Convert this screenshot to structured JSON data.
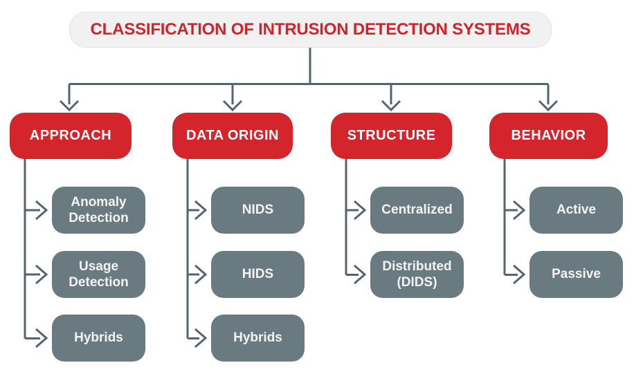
{
  "title": "CLASSIFICATION OF INTRUSION DETECTION SYSTEMS",
  "colors": {
    "title_text": "#D2232A",
    "title_bg": "#F1F1F2",
    "branch_bg": "#D4252C",
    "leaf_bg": "#6A7A81",
    "connector": "#54646E",
    "node_text": "#FFFFFF"
  },
  "branches": [
    {
      "label": "APPROACH",
      "children": [
        "Anomaly Detection",
        "Usage Detection",
        "Hybrids"
      ]
    },
    {
      "label": "DATA ORIGIN",
      "children": [
        "NIDS",
        "HIDS",
        "Hybrids"
      ]
    },
    {
      "label": "STRUCTURE",
      "children": [
        "Centralized",
        "Distributed (DIDS)"
      ]
    },
    {
      "label": "BEHAVIOR",
      "children": [
        "Active",
        "Passive"
      ]
    }
  ]
}
